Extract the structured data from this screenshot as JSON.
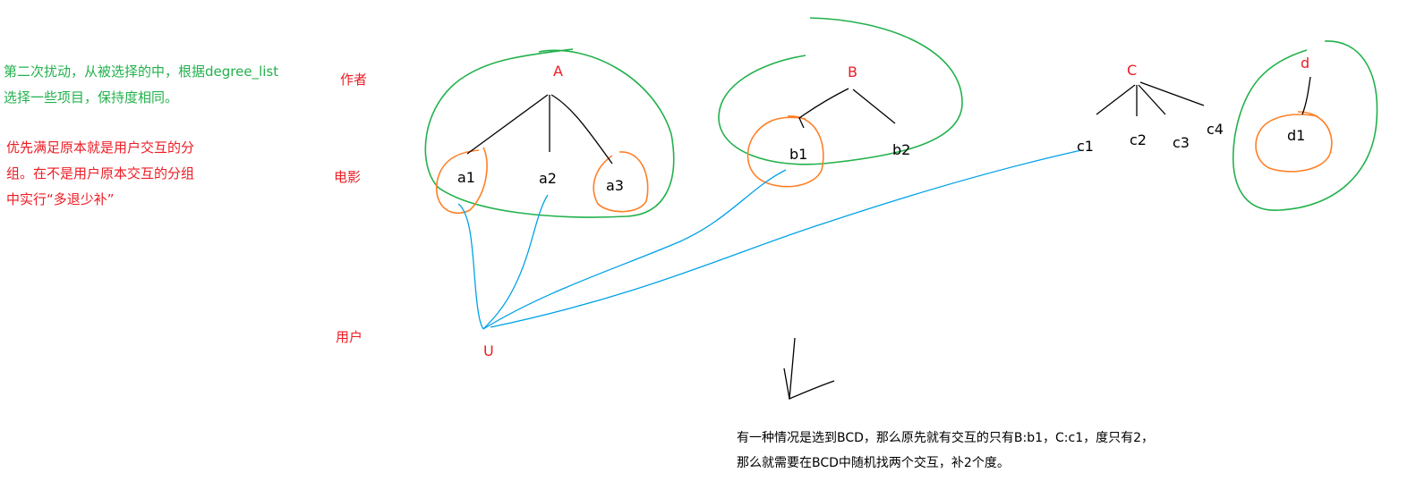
{
  "notes": {
    "green_line1": "第二次扰动，从被选择的中，根据degree_list",
    "green_line2": "选择一些项目，保持度相同。",
    "red_line1": "优先满足原本就是用户交互的分",
    "red_line2": "组。在不是用户原本交互的分组",
    "red_line3": "中实行“多退少补”"
  },
  "row_labels": {
    "author": "作者",
    "movie": "电影",
    "user": "用户"
  },
  "nodes": {
    "A": "A",
    "B": "B",
    "C": "C",
    "d": "d",
    "a1": "a1",
    "a2": "a2",
    "a3": "a3",
    "b1": "b1",
    "b2": "b2",
    "c1": "c1",
    "c2": "c2",
    "c3": "c3",
    "c4": "c4",
    "d1": "d1",
    "U": "U"
  },
  "bottom_text": {
    "line1": "有一种情况是选到BCD，那么原先就有交互的只有B:b1，C:c1，度只有2，",
    "line2": "那么就需要在BCD中随机找两个交互，补2个度。"
  },
  "colors": {
    "green": "#22b14c",
    "red": "#ed1c24",
    "orange": "#ff7f27",
    "blue": "#00a2e8",
    "black": "#000000"
  }
}
